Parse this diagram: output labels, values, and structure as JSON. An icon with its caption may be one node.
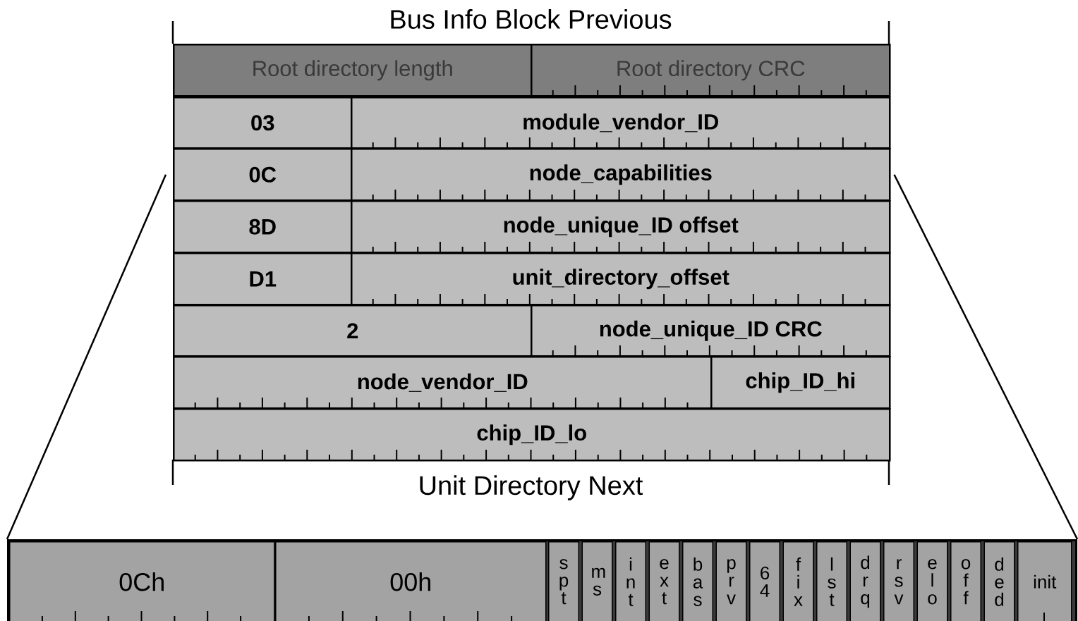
{
  "diagram": {
    "nodes": [
      {
        "text": [
          "Root directory length"
        ]
      },
      {
        "text": [
          "Root directory CRC"
        ]
      },
      {
        "text": [
          "03"
        ]
      },
      {
        "text": [
          "module_vendor_ID"
        ]
      },
      {
        "text": [
          "0C"
        ]
      },
      {
        "text": [
          "node_capabilities"
        ]
      },
      {
        "text": [
          "8D"
        ]
      },
      {
        "text": [
          "node_unique_ID offset"
        ]
      },
      {
        "text": [
          "D1"
        ]
      },
      {
        "text": [
          "unit_directory_offset"
        ]
      },
      {
        "text": [
          "2"
        ]
      },
      {
        "text": [
          "node_unique_ID CRC"
        ]
      },
      {
        "text": [
          "node_vendor_ID"
        ]
      },
      {
        "text": [
          "chip_ID_hi"
        ]
      },
      {
        "text": [
          "chip_ID_lo"
        ]
      },
      {
        "text": [],
        "shape": "bar"
      },
      {
        "text": [
          "0Ch"
        ],
        "in": 15
      },
      {
        "text": [
          "00h"
        ],
        "in": 15
      },
      {
        "text": [
          "s p t"
        ],
        "in": 15
      },
      {
        "text": [
          "m s"
        ],
        "in": 15
      },
      {
        "text": [
          "i n t"
        ],
        "in": 15
      },
      {
        "text": [
          "e x t"
        ],
        "in": 15
      },
      {
        "text": [
          "b a s"
        ],
        "in": 15
      },
      {
        "text": [
          "p r v"
        ],
        "in": 15
      },
      {
        "text": [
          "6 4"
        ],
        "in": 15
      },
      {
        "text": [
          "f i x"
        ],
        "in": 15
      },
      {
        "text": [
          "l s t"
        ],
        "in": 15
      },
      {
        "text": [
          "d r q"
        ],
        "in": 15
      },
      {
        "text": [
          "r s v"
        ],
        "in": 15
      },
      {
        "text": [
          "e l o"
        ],
        "in": 15
      },
      {
        "text": [
          "o f f"
        ],
        "in": 15
      },
      {
        "text": [
          "d e d"
        ],
        "in": 15
      },
      {
        "text": [
          "init"
        ],
        "in": 15
      }
    ],
    "edges": [
      {
        "from": 4,
        "to": 15,
        "arrow": "none"
      },
      {
        "from": 5,
        "to": 15,
        "arrow": "none"
      }
    ],
    "labels": [
      "Bus Info Block Previous",
      "Unit Directory Next"
    ]
  }
}
